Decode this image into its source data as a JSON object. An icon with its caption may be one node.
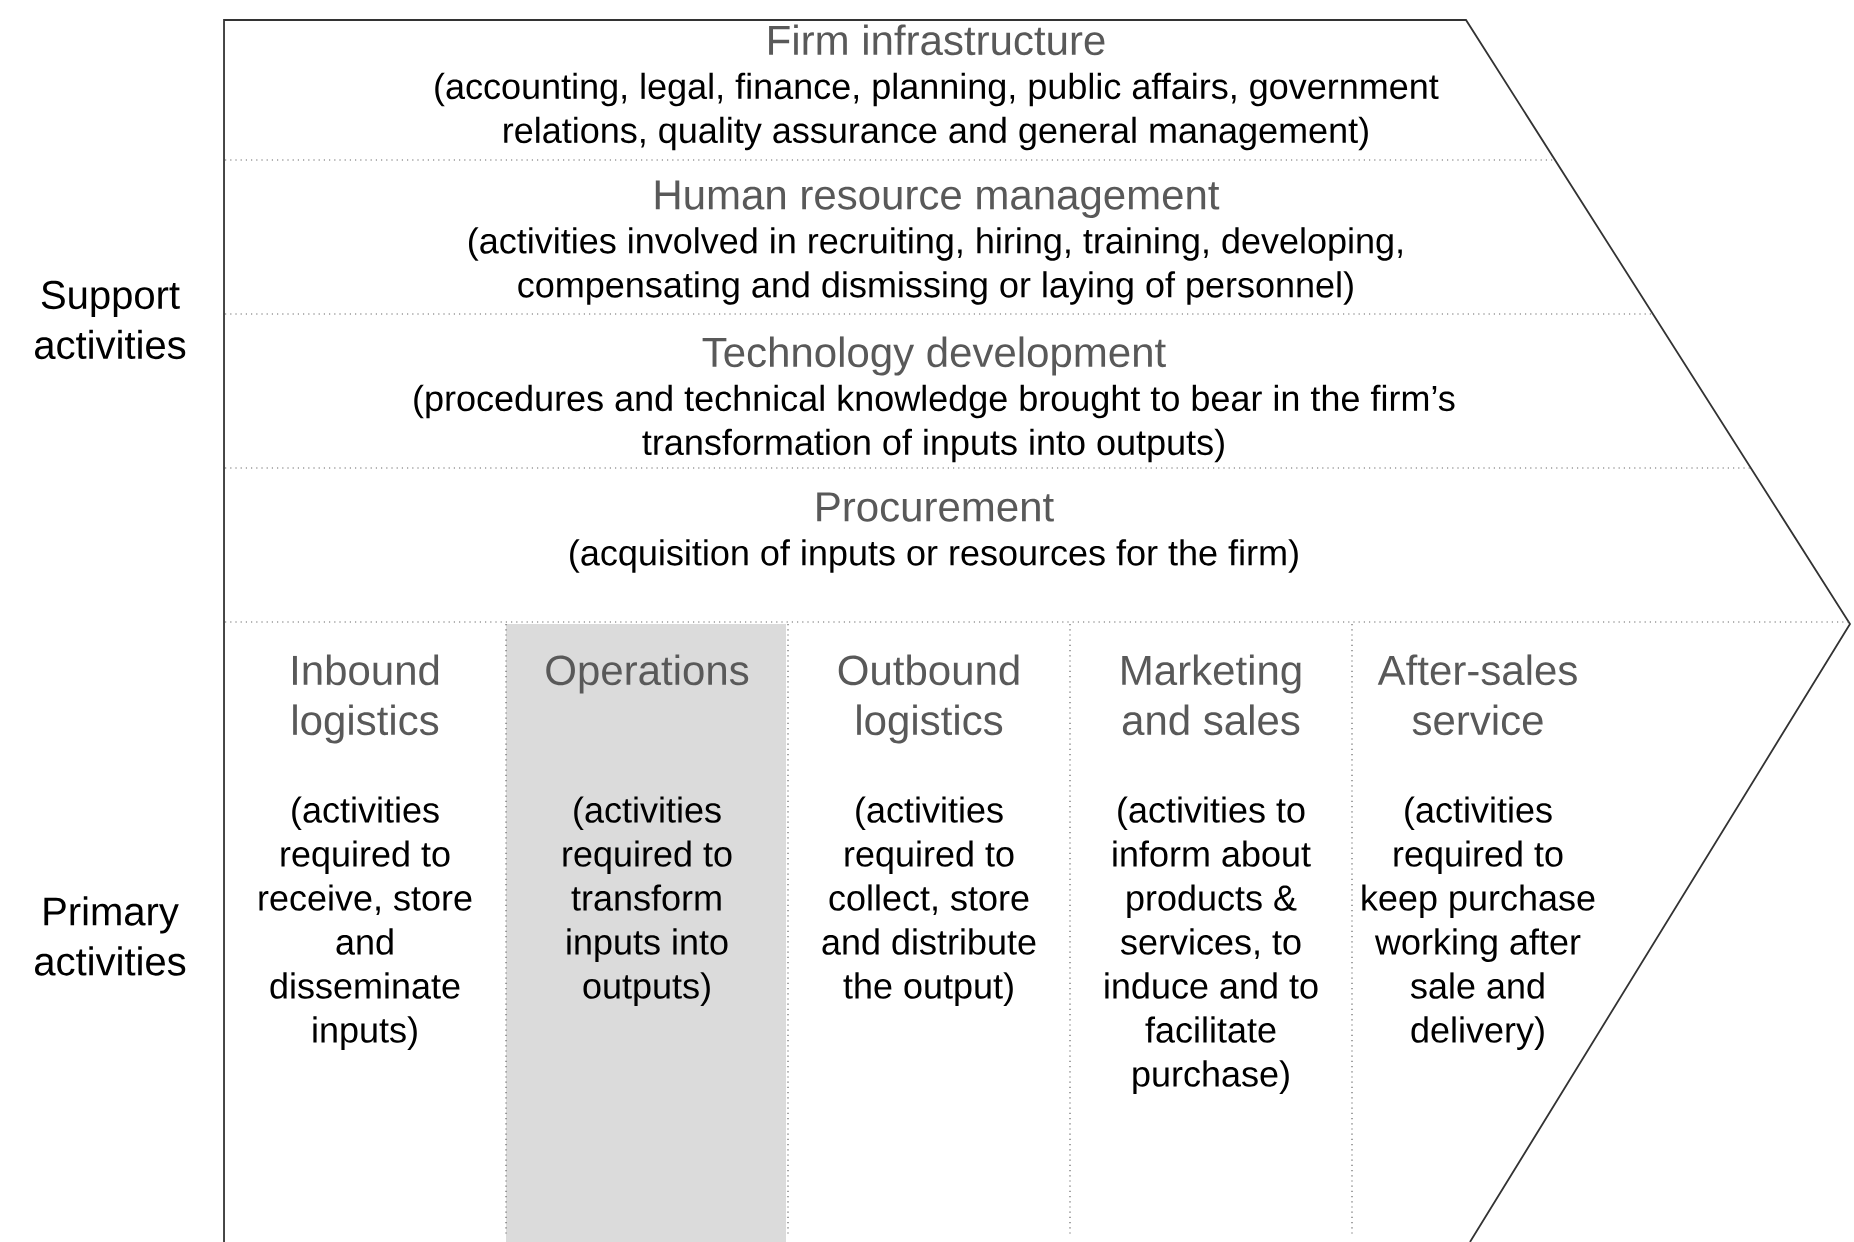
{
  "diagram": {
    "nodes": [
      {
        "text": [
          "Firm infrastructure",
          "(accounting, legal, finance, planning, public affairs, government relations, quality assurance and general management)"
        ]
      },
      {
        "text": [
          "Human resource management",
          "(activities involved in recruiting, hiring, training, developing, compensating and dismissing or laying of personnel)"
        ]
      },
      {
        "text": [
          "Technology development",
          "(procedures and technical knowledge brought to bear in the firm’s transformation of inputs into outputs)"
        ]
      },
      {
        "text": [
          "Procurement",
          "(acquisition of inputs or resources for the firm)"
        ]
      },
      {
        "text": [
          "Inbound logistics",
          "(activities required to receive, store and disseminate inputs)"
        ]
      },
      {
        "text": [
          "Operations",
          "(activities required to transform inputs into outputs)"
        ]
      },
      {
        "text": [
          "Outbound logistics",
          "(activities required to collect, store and distribute the output)"
        ]
      },
      {
        "text": [
          "Marketing and sales",
          "(activities to inform about products & services, to induce and to facilitate purchase)"
        ]
      },
      {
        "text": [
          "After-sales service",
          "(activities required to keep purchase working after sale and delivery)"
        ]
      }
    ],
    "labels": [
      "Support activities",
      "Primary activities"
    ]
  }
}
